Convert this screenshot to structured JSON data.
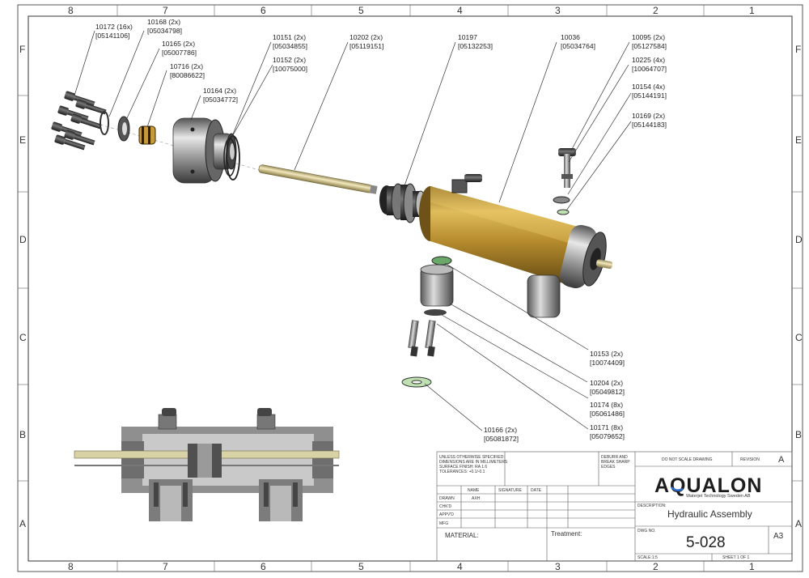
{
  "zones": {
    "columns": [
      "8",
      "7",
      "6",
      "5",
      "4",
      "3",
      "2",
      "1"
    ],
    "rows": [
      "F",
      "E",
      "D",
      "C",
      "B",
      "A"
    ]
  },
  "callouts": [
    {
      "id": "c1",
      "num": "10172 (16x)",
      "pn": "[05141106]"
    },
    {
      "id": "c2",
      "num": "10168 (2x)",
      "pn": "[05034798]"
    },
    {
      "id": "c3",
      "num": "10165 (2x)",
      "pn": "[05007786]"
    },
    {
      "id": "c4",
      "num": "10716 (2x)",
      "pn": "[80086622]"
    },
    {
      "id": "c5",
      "num": "10164 (2x)",
      "pn": "[05034772]"
    },
    {
      "id": "c6",
      "num": "10151 (2x)",
      "pn": "[05034855]"
    },
    {
      "id": "c7",
      "num": "10152 (2x)",
      "pn": "[10075000]"
    },
    {
      "id": "c8",
      "num": "10202 (2x)",
      "pn": "[05119151]"
    },
    {
      "id": "c9",
      "num": "10197",
      "pn": "[05132253]"
    },
    {
      "id": "c10",
      "num": "10036",
      "pn": "[05034764]"
    },
    {
      "id": "c11",
      "num": "10095 (2x)",
      "pn": "[05127584]"
    },
    {
      "id": "c12",
      "num": "10225 (4x)",
      "pn": "[10064707]"
    },
    {
      "id": "c13",
      "num": "10154 (4x)",
      "pn": "[05144191]"
    },
    {
      "id": "c14",
      "num": "10169 (2x)",
      "pn": "[05144183]"
    },
    {
      "id": "c15",
      "num": "10153 (2x)",
      "pn": "[10074409]"
    },
    {
      "id": "c16",
      "num": "10204 (2x)",
      "pn": "[05049812]"
    },
    {
      "id": "c17",
      "num": "10174 (8x)",
      "pn": "[05061486]"
    },
    {
      "id": "c18",
      "num": "10171 (8x)",
      "pn": "[05079652]"
    },
    {
      "id": "c19",
      "num": "10166 (2x)",
      "pn": "[05081872]"
    }
  ],
  "title_block": {
    "notes": [
      "UNLESS OTHERWISE SPECIFIED:",
      "DIMENSIONS ARE IN MILLIMETERS",
      "SURFACE FINISH: RA 1.6",
      "TOLERANCES: +0.1/-0.1"
    ],
    "deburr": [
      "DEBURR AND",
      "BREAK SHARP",
      "EDGES"
    ],
    "headers": {
      "name": "NAME",
      "signature": "SIGNATURE",
      "date": "DATE"
    },
    "rows": [
      "DRAWN",
      "CHK'D",
      "APPV'D",
      "MFG"
    ],
    "drawn_name": "AXH",
    "material": "MATERIAL:",
    "treatment": "Treatment:",
    "do_not_scale": "DO NOT SCALE DRAWING",
    "revision_label": "REVISION",
    "revision": "A",
    "logo": "AQUALON",
    "logo_sub": "Waterjet Technology Sweden AB",
    "description_label": "DESCRIPTION:",
    "description": "Hydraulic Assembly",
    "dwg_label": "DWG NO.",
    "dwg_no": "5-028",
    "size": "A3",
    "scale": "SCALE:1:5",
    "sheet": "SHEET 1 OF 1"
  }
}
